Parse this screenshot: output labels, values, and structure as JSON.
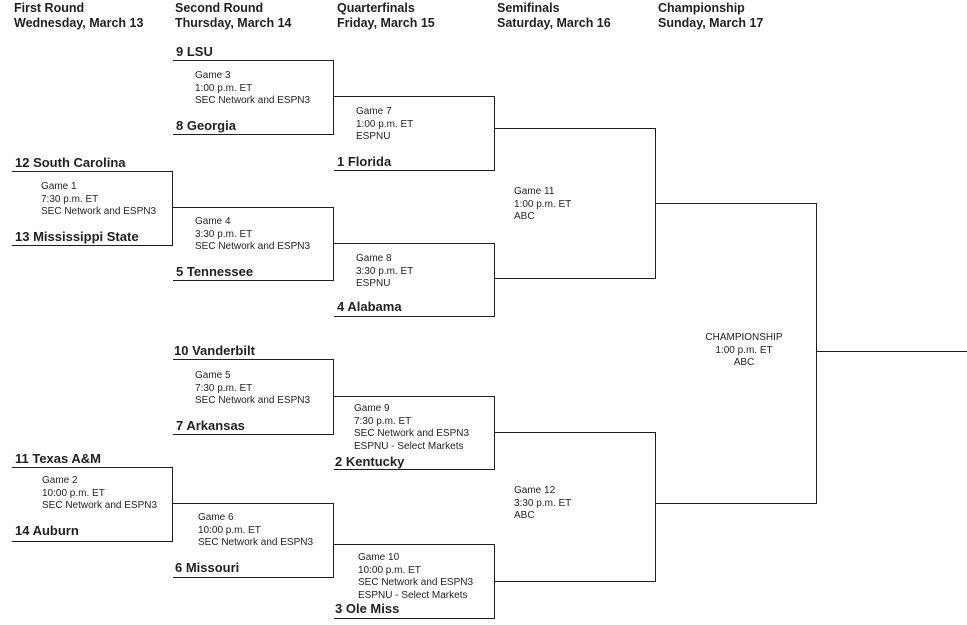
{
  "rounds": [
    {
      "name": "First Round",
      "date": "Wednesday, March 13"
    },
    {
      "name": "Second Round",
      "date": "Thursday, March 14"
    },
    {
      "name": "Quarterfinals",
      "date": "Friday, March 15"
    },
    {
      "name": "Semifinals",
      "date": "Saturday, March 16"
    },
    {
      "name": "Championship",
      "date": "Sunday, March 17"
    }
  ],
  "teams": {
    "lsu": "9 LSU",
    "georgia": "8 Georgia",
    "florida": "1 Florida",
    "south_carolina": "12 South Carolina",
    "mississippi_state": "13 Mississippi State",
    "tennessee": "5 Tennessee",
    "alabama": "4 Alabama",
    "vanderbilt": "10 Vanderbilt",
    "arkansas": "7 Arkansas",
    "kentucky": "2 Kentucky",
    "texas_am": "11 Texas A&M",
    "auburn": "14 Auburn",
    "missouri": "6 Missouri",
    "ole_miss": "3 Ole Miss"
  },
  "games": {
    "g1": {
      "name": "Game 1",
      "time": "7:30 p.m. ET",
      "network": "SEC Network and ESPN3"
    },
    "g2": {
      "name": "Game 2",
      "time": "10:00 p.m. ET",
      "network": "SEC Network and ESPN3"
    },
    "g3": {
      "name": "Game 3",
      "time": "1:00 p.m. ET",
      "network": "SEC Network and ESPN3"
    },
    "g4": {
      "name": "Game 4",
      "time": "3:30 p.m. ET",
      "network": "SEC Network and ESPN3"
    },
    "g5": {
      "name": "Game 5",
      "time": "7:30 p.m. ET",
      "network": "SEC Network and ESPN3"
    },
    "g6": {
      "name": "Game 6",
      "time": "10:00 p.m. ET",
      "network": "SEC Network and ESPN3"
    },
    "g7": {
      "name": "Game 7",
      "time": "1:00 p.m. ET",
      "network": "ESPNU"
    },
    "g8": {
      "name": "Game 8",
      "time": "3:30 p.m. ET",
      "network": "ESPNU"
    },
    "g9": {
      "name": "Game 9",
      "time": "7:30 p.m. ET",
      "network": "SEC Network and ESPN3",
      "extra": "ESPNU - Select Markets"
    },
    "g10": {
      "name": "Game 10",
      "time": "10:00 p.m. ET",
      "network": "SEC Network and ESPN3",
      "extra": "ESPNU - Select Markets"
    },
    "g11": {
      "name": "Game 11",
      "time": "1:00 p.m. ET",
      "network": "ABC"
    },
    "g12": {
      "name": "Game 12",
      "time": "3:30 p.m. ET",
      "network": "ABC"
    },
    "champ": {
      "name": "CHAMPIONSHIP",
      "time": "1:00 p.m. ET",
      "network": "ABC"
    }
  }
}
